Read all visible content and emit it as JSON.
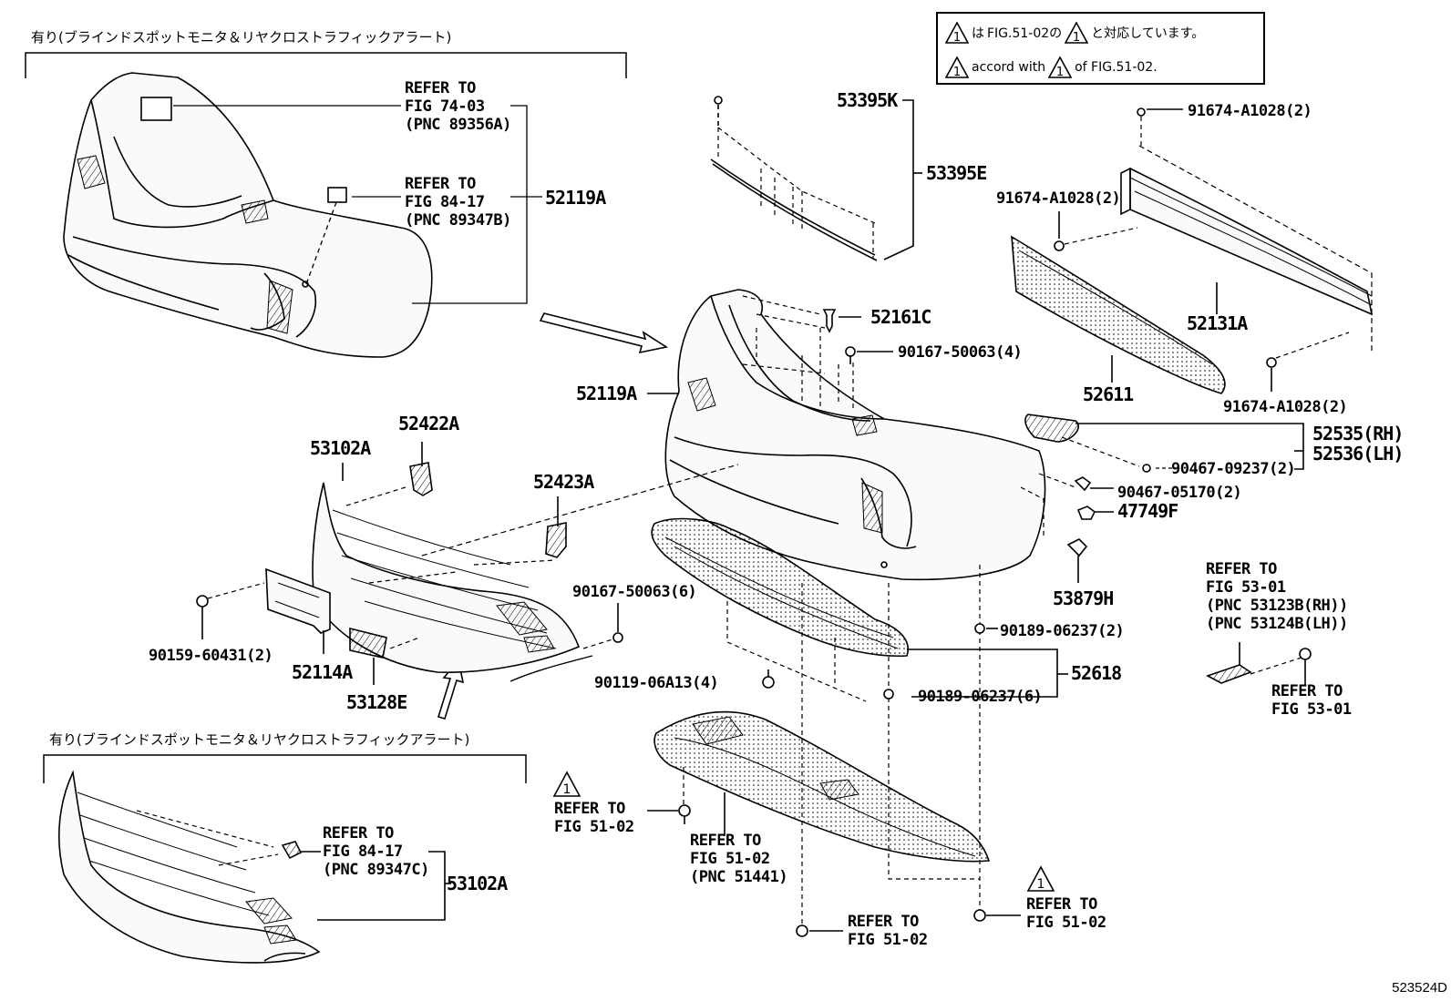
{
  "note": {
    "line1_pre": "は",
    "line1_mid": "FIG.51-02の",
    "line1_post": "と対応しています。",
    "line2_pre": "accord with",
    "line2_post": "of FIG.51-02.",
    "mark": "1"
  },
  "option_note_top": "有り(ブラインドスポットモニタ＆リヤクロストラフィックアラート)",
  "option_note_bottom": "有り(ブラインドスポットモニタ＆リヤクロストラフィックアラート)",
  "labels": {
    "p52119A_top": "52119A",
    "p52119A_mid": "52119A",
    "p53395K": "53395K",
    "p53395E": "53395E",
    "p52161C": "52161C",
    "p90167_50063_4": "90167-50063(4)",
    "p91674_a": "91674-A1028(2)",
    "p91674_b": "91674-A1028(2)",
    "p91674_c": "91674-A1028(2)",
    "p52131A": "52131A",
    "p52611": "52611",
    "p52535": "52535(RH)",
    "p52536": "52536(LH)",
    "p90467_09237": "90467-09237(2)",
    "p90467_05170": "90467-05170(2)",
    "p47749F": "47749F",
    "p53879H": "53879H",
    "p53102A_mid": "53102A",
    "p53102A_bot": "53102A",
    "p52422A": "52422A",
    "p52423A": "52423A",
    "p90167_50063_6": "90167-50063(6)",
    "p90159": "90159-60431(2)",
    "p52114A": "52114A",
    "p53128E": "53128E",
    "p90119": "90119-06A13(4)",
    "p90189_2": "90189-06237(2)",
    "p90189_6": "90189-06237(6)",
    "p52618": "52618"
  },
  "refs": {
    "r_fig74": "REFER TO\nFIG 74-03\n(PNC 89356A)",
    "r_fig84_top": "REFER TO\nFIG 84-17\n(PNC 89347B)",
    "r_fig84_bot": "REFER TO\nFIG 84-17\n(PNC 89347C)",
    "r_fig53_top": "REFER TO\nFIG 53-01\n(PNC 53123B(RH))\n(PNC 53124B(LH))",
    "r_fig53_bot": "REFER TO\nFIG 53-01",
    "r_fig51_left": "REFER TO\nFIG 51-02",
    "r_fig51_pnc": "REFER TO\nFIG 51-02\n(PNC 51441)",
    "r_fig51_bot": "REFER TO\nFIG 51-02",
    "r_fig51_right": "REFER TO\nFIG 51-02"
  },
  "figure_code": "523524D"
}
